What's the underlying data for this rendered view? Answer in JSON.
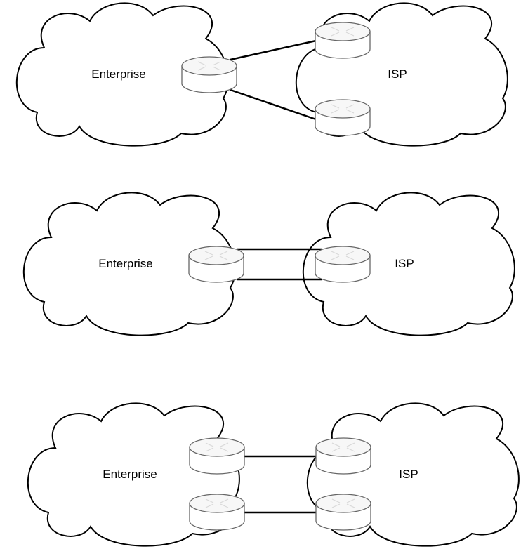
{
  "diagram": {
    "scenarios": [
      {
        "enterprise_label": "Enterprise",
        "isp_label": "ISP"
      },
      {
        "enterprise_label": "Enterprise",
        "isp_label": "ISP"
      },
      {
        "enterprise_label": "Enterprise",
        "isp_label": "ISP"
      }
    ],
    "colors": {
      "cloud_stroke": "#000000",
      "link": "#000000",
      "router_stroke": "#666666",
      "background": "#ffffff"
    },
    "icons": [
      "cloud-icon",
      "router-icon"
    ]
  }
}
